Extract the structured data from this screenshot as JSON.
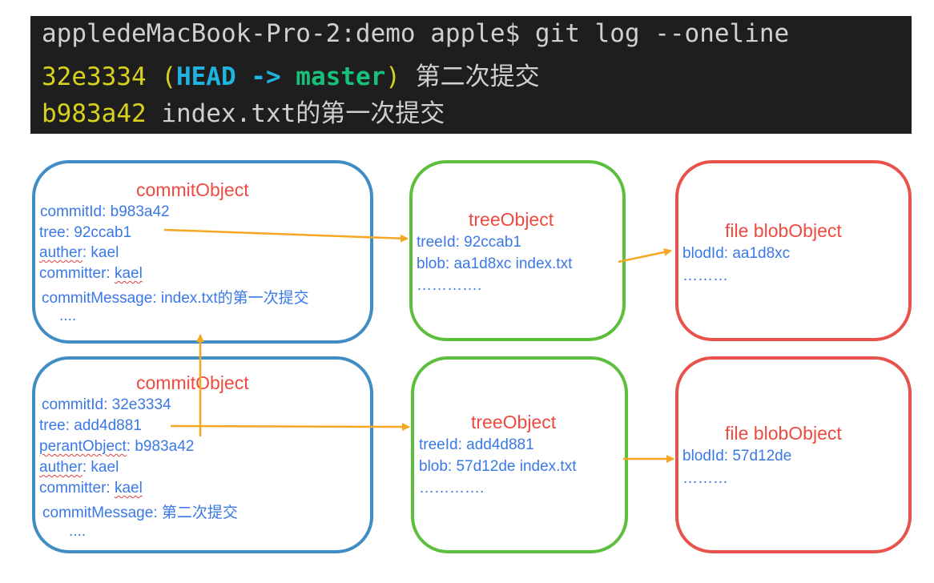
{
  "terminal": {
    "prompt": "appledeMacBook-Pro-2:demo apple$ git log --oneline",
    "line1": {
      "hash": "32e3334",
      "open": " (",
      "head": "HEAD",
      "arrow": " -> ",
      "branch": "master",
      "close": ")",
      "msg": " 第二次提交"
    },
    "line2": {
      "hash": "b983a42",
      "msg": " index.txt的第一次提交"
    }
  },
  "commit1": {
    "title": "commitObject",
    "id_key": "commitId:",
    "id": " b983a42",
    "tree": "tree: 92ccab1",
    "auther_key": "auther",
    "auther": ": kael",
    "committer_key": "committer: ",
    "committer": "kael",
    "message": "commitMessage: index.txt的第一次提交",
    "more": "...."
  },
  "tree1": {
    "title": "treeObject",
    "id": "treeId: 92ccab1",
    "blob": "blob: aa1d8xc index.txt",
    "more": "…………."
  },
  "blob1": {
    "title": "file blobObject",
    "id": "blodId: aa1d8xc",
    "more": "………"
  },
  "commit2": {
    "title": "commitObject",
    "id": "commitId: 32e3334",
    "tree": "tree: add4d881",
    "parent_key": "perantObject",
    "parent": ": b983a42",
    "auther_key": "auther",
    "auther": ": kael",
    "committer_key": "committer: ",
    "committer": "kael",
    "message": "commitMessage: 第二次提交",
    "more": "...."
  },
  "tree2": {
    "title": "treeObject",
    "id": "treeId: add4d881",
    "blob": "blob: 57d12de index.txt",
    "more": "…………."
  },
  "blob2": {
    "title": "file blobObject",
    "id": "blodId: 57d12de",
    "more": "………"
  },
  "colors": {
    "commit": "#3f8dc4",
    "tree": "#5cbf3c",
    "blob": "#e8524a",
    "arrow": "#f5a623",
    "text": "#3a78e6",
    "title": "#ee4b40"
  }
}
